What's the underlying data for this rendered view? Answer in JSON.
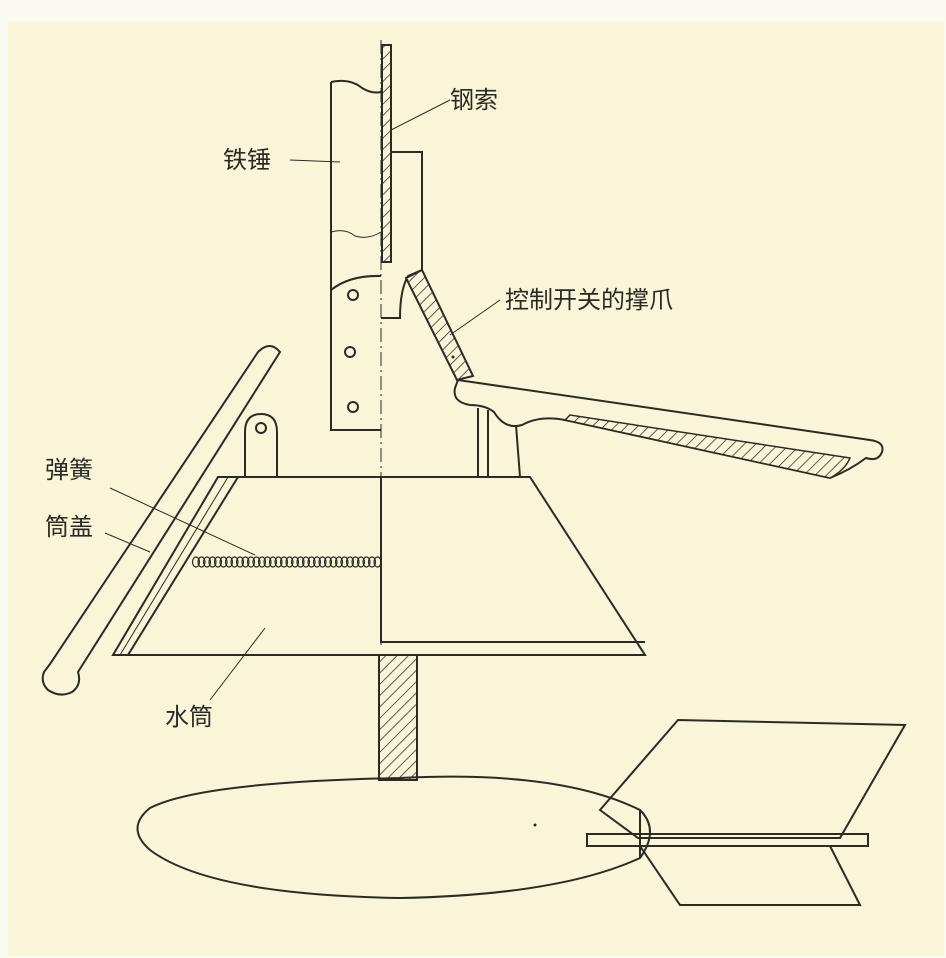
{
  "title": "Water sampler diagram",
  "colors": {
    "paper": "#f8f5d9",
    "ink": "#2b2b24"
  },
  "labels": {
    "cable": "钢索",
    "hammer": "铁锤",
    "claw": "控制开关的撑爪",
    "spring": "弹簧",
    "lid": "筒盖",
    "cylinder": "水筒"
  }
}
